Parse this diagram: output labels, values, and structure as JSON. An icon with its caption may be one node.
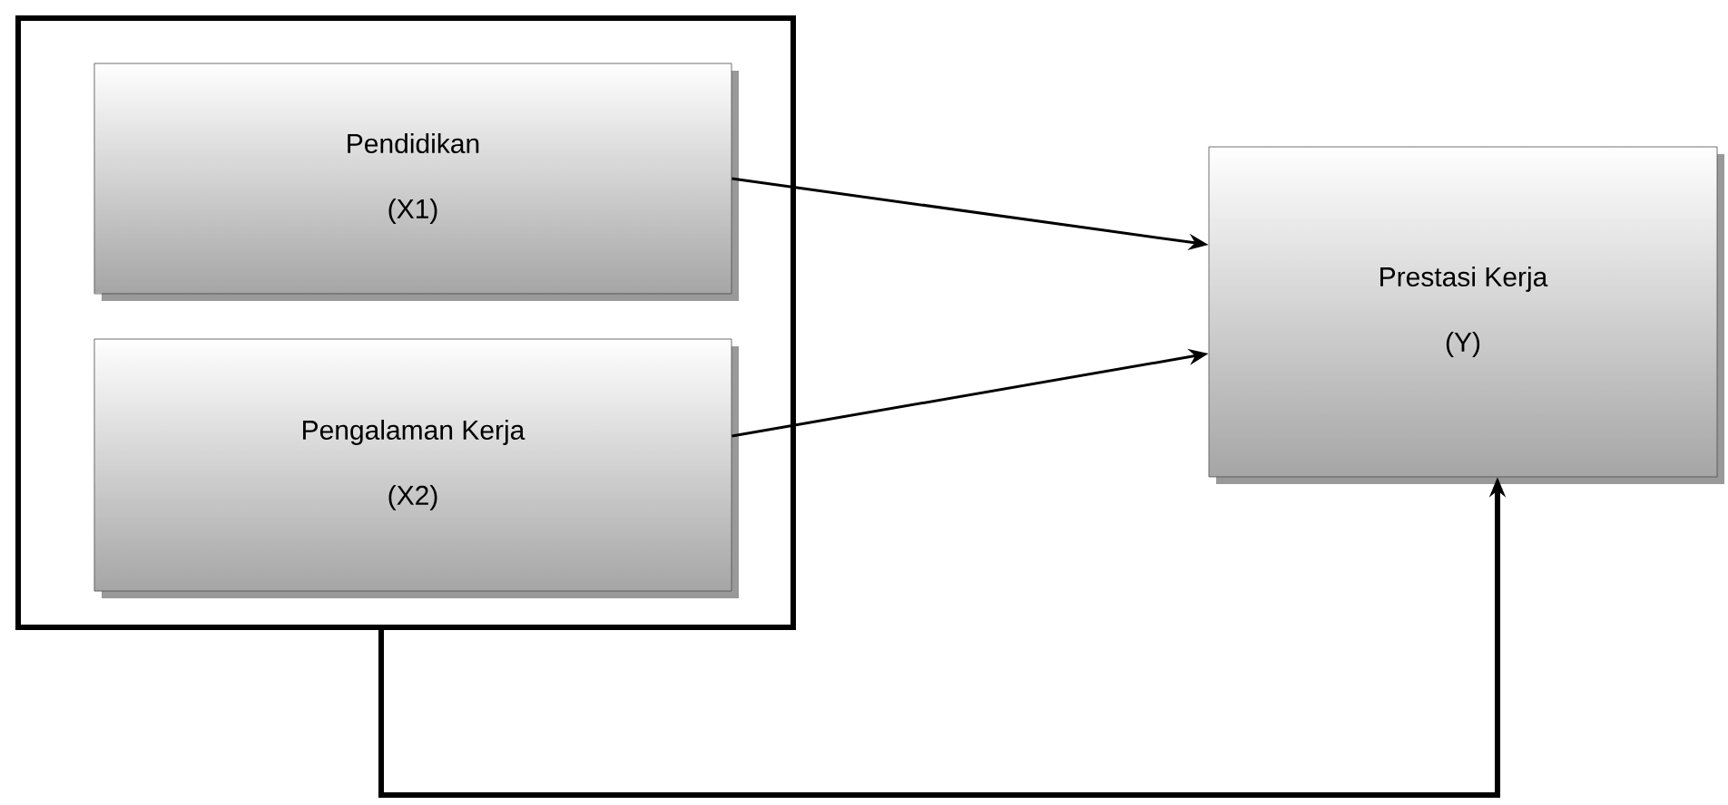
{
  "diagram": {
    "nodes": [
      {
        "text": [],
        "shape": "box"
      },
      {
        "text": [
          "Pendidikan",
          "(X1)"
        ],
        "in": 0
      },
      {
        "text": [
          "Pengalaman Kerja",
          "(X2)"
        ],
        "in": 0
      },
      {
        "text": [
          "Prestasi Kerja",
          "(Y)"
        ]
      }
    ],
    "edges": [
      {
        "from": 1,
        "to": 3,
        "arrow": "to"
      },
      {
        "from": 2,
        "to": 3,
        "arrow": "to"
      },
      {
        "from": 0,
        "to": 3,
        "arrow": "to",
        "style": "thick"
      }
    ]
  }
}
